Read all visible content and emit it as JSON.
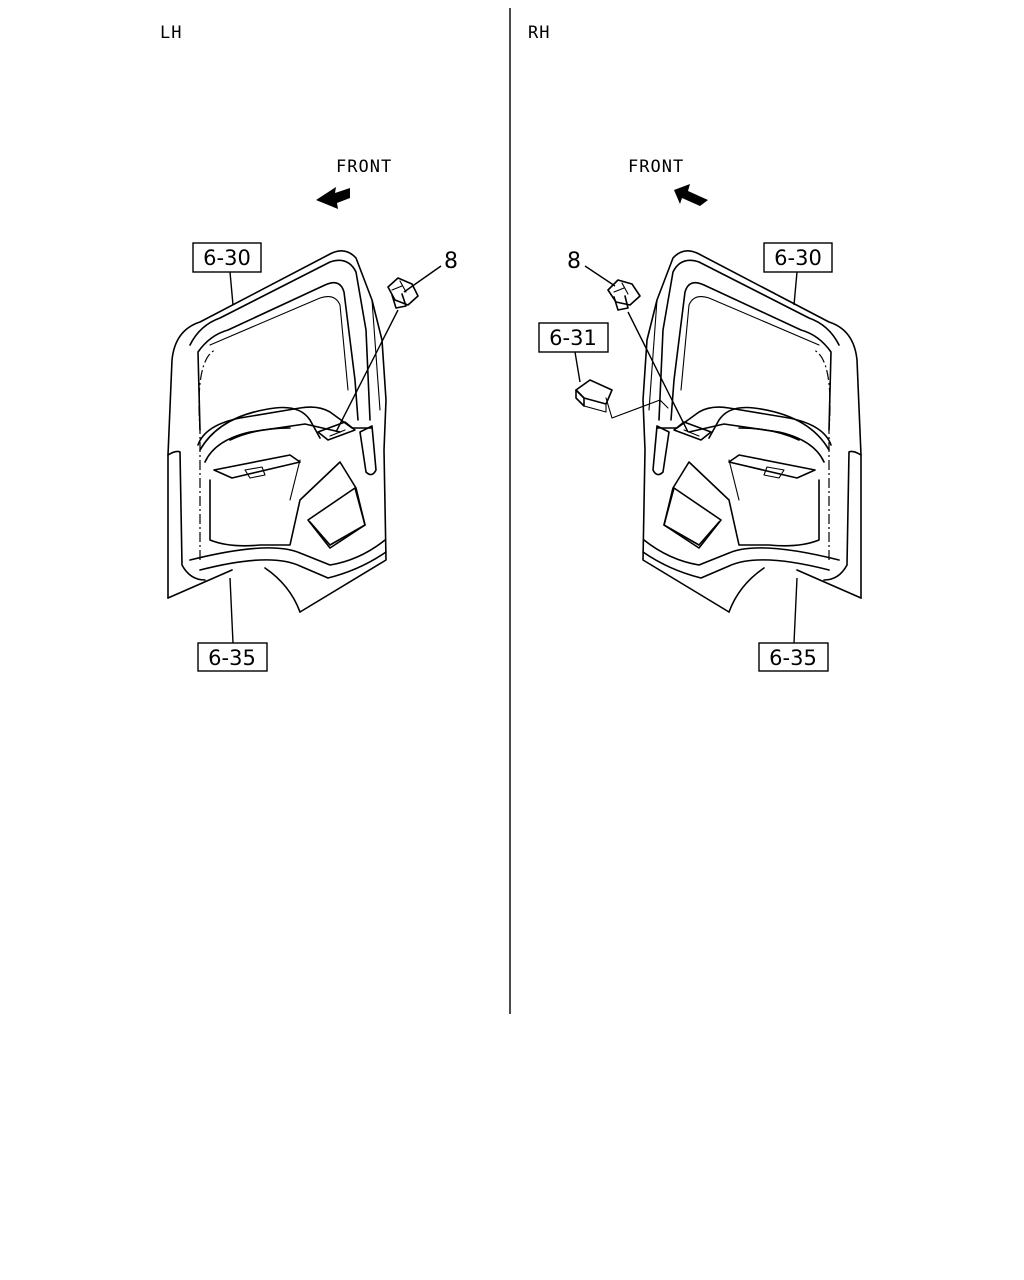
{
  "panels": {
    "left": {
      "side_label": "LH",
      "front_label": "FRONT",
      "refs": {
        "top": "6-30",
        "bottom": "6-35"
      },
      "callout": "8"
    },
    "right": {
      "side_label": "RH",
      "front_label": "FRONT",
      "refs": {
        "top": "6-30",
        "middle": "6-31",
        "bottom": "6-35"
      },
      "callout": "8"
    }
  },
  "icons": {
    "left_arrow": "front-arrow-icon",
    "right_arrow": "front-arrow-icon",
    "part": "clip-icon",
    "switch": "switch-icon"
  },
  "colors": {
    "ink": "#000000",
    "paper": "#ffffff"
  }
}
